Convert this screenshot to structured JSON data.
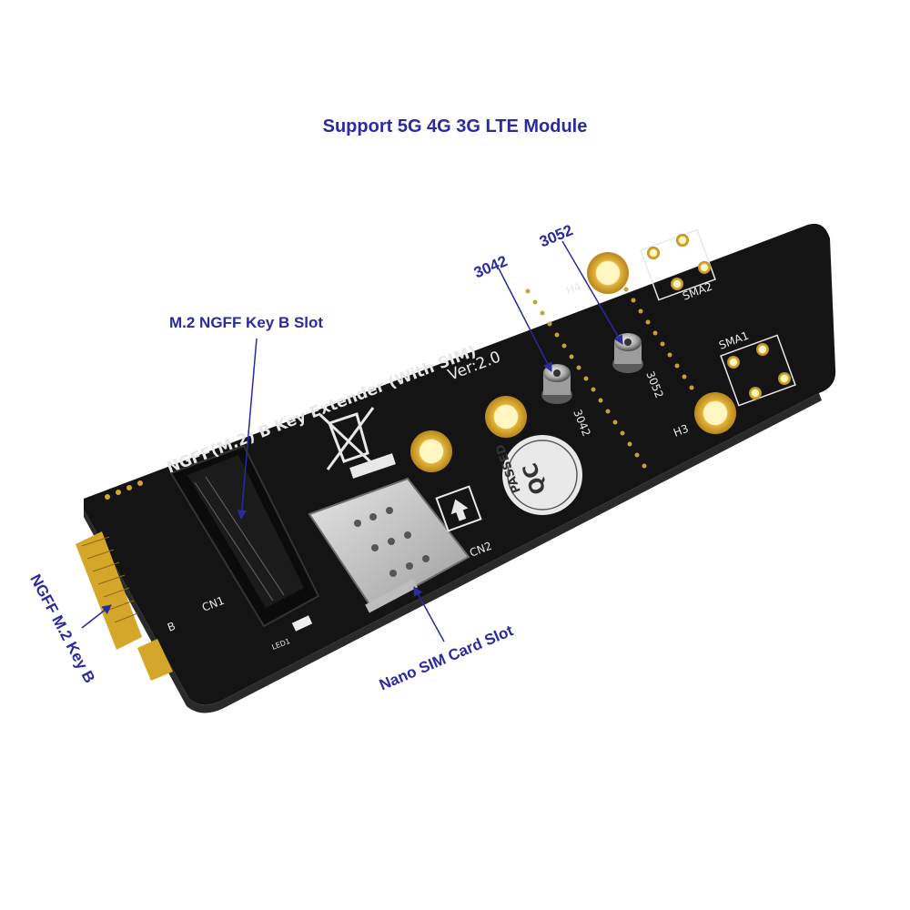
{
  "title": "Support 5G 4G 3G LTE Module",
  "callouts": {
    "slot": "M.2 NGFF Key B Slot",
    "key_b": "NGFF M.2 Key B",
    "sim": "Nano SIM Card Slot",
    "m3042": "3042",
    "m3052": "3052"
  },
  "board": {
    "name": "NGFF(M.2) B Key  Extender (With SIM)",
    "version": "Ver:2.0",
    "cn1": "CN1",
    "cn2": "CN2",
    "h3": "H3",
    "h4": "H4",
    "sma1": "SMA1",
    "sma2": "SMA2",
    "silk_3042": "3042",
    "silk_3052": "3052",
    "qc": "QC",
    "passed": "PASSED",
    "b": "B",
    "led": "LED1"
  },
  "colors": {
    "pcb": "#141414",
    "gold": "#d4a62a",
    "annotation": "#2b2a9e"
  }
}
